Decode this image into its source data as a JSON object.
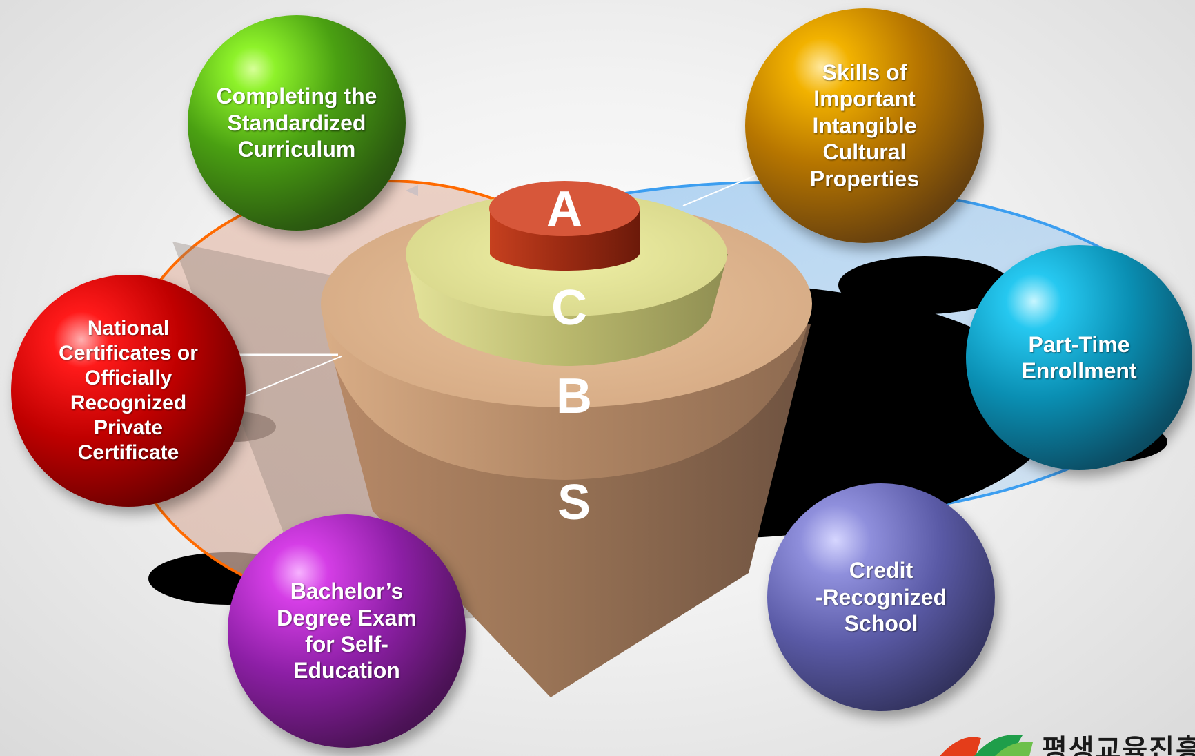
{
  "layers": {
    "a": "A",
    "c": "C",
    "b": "B",
    "s": "S"
  },
  "spheres": {
    "curriculum": "Completing the\nStandardized\nCurriculum",
    "cultural": "Skills of\nImportant\nIntangible\nCultural\nProperties",
    "certificates": "National\nCertificates or\nOfficially\nRecognized\nPrivate\nCertificate",
    "part_time": "Part-Time\nEnrollment",
    "bachelor": "Bachelor’s\nDegree Exam\nfor Self-\nEducation",
    "credit_school": "Credit\n-Recognized\nSchool"
  },
  "logo": {
    "text": "평생교육진흥"
  },
  "colors": {
    "layer_a": "#c0391f",
    "layer_c": "#d9d98a",
    "layer_b": "#d9a77f",
    "layer_s": "#000000",
    "orbit_orange": "#ff6a00",
    "orbit_blue": "#3c9ef0"
  }
}
